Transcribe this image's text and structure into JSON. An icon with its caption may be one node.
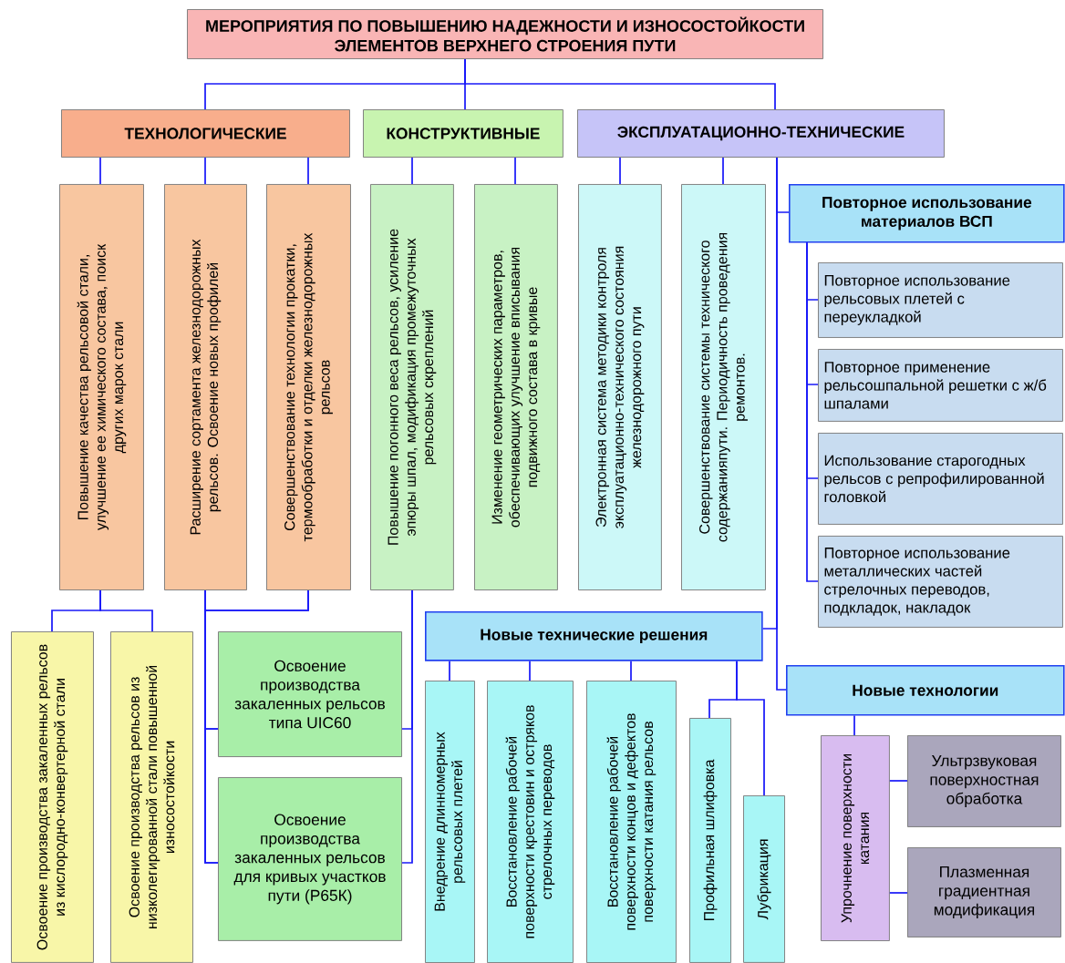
{
  "diagram": {
    "nodes": [
      {
        "text": [
          "МЕРОПРИЯТИЯ ПО ПОВЫШЕНИЮ НАДЕЖНОСТИ И ИЗНОСОСТОЙКОСТИ ЭЛЕМЕНТОВ ВЕРХНЕГО СТРОЕНИЯ ПУТИ"
        ]
      },
      {
        "text": [
          "ТЕХНОЛОГИЧЕСКИЕ"
        ]
      },
      {
        "text": [
          "КОНСТРУКТИВНЫЕ"
        ]
      },
      {
        "text": [
          "ЭКСПЛУАТАЦИОННО-ТЕХНИЧЕСКИЕ"
        ]
      },
      {
        "text": [
          "Повышение качества рельсовой стали, улучшение ее химического состава, поиск других марок стали"
        ]
      },
      {
        "text": [
          "Расширение сортамента железнодорожных рельсов. Освоение новых профилей"
        ]
      },
      {
        "text": [
          "Совершенствование технологии прокатки, термообработки и отделки железнодорожных рельсов"
        ]
      },
      {
        "text": [
          "Повышение погонного веса рельсов, усиление эпюры шпал, модификация промежуточных рельсовых скреплений"
        ]
      },
      {
        "text": [
          "Изменение  геометрических параметров, обеспечивающих улучшение вписывания подвижного состава в кривые"
        ]
      },
      {
        "text": [
          "Электронная система методики контроля эксплуатационно-технического состояния железнодорожного пути"
        ]
      },
      {
        "text": [
          "Совершенствование системы технического содержанияпути. Периодичность проведения ремонтов."
        ]
      },
      {
        "text": [
          "Повторное использование материалов ВСП"
        ]
      },
      {
        "text": [
          "Повторное использование рельсовых плетей с переукладкой"
        ]
      },
      {
        "text": [
          "Повторное применение рельсошпальной решетки с ж/б шпалами"
        ]
      },
      {
        "text": [
          "Использование старогодных рельсов с репрофилированной головкой"
        ]
      },
      {
        "text": [
          "Повторное использование металлических частей стрелочных переводов, подкладок, накладок"
        ]
      },
      {
        "text": [
          "Освоение производства закаленных рельсов из кислородно-конвертерной стали"
        ]
      },
      {
        "text": [
          "Освоение производства рельсов из низколегированной стали повышенной износостойкости"
        ]
      },
      {
        "text": [
          "Освоение производства закаленных рельсов типа UIC60"
        ]
      },
      {
        "text": [
          "Освоение производства закаленных рельсов для кривых участков пути (Р65К)"
        ]
      },
      {
        "text": [
          "Новые технические решения"
        ]
      },
      {
        "text": [
          "Внедрение длинномерных рельсовых плетей"
        ]
      },
      {
        "text": [
          "Восстановление рабочей поверхности крестовин и остряков стрелочных переводов"
        ]
      },
      {
        "text": [
          "Восстановление рабочей поверхности концов и дефектов поверхности катания рельсов"
        ]
      },
      {
        "text": [
          "Профильная шлифовка"
        ]
      },
      {
        "text": [
          "Лубрикация"
        ]
      },
      {
        "text": [
          "Новые технологии"
        ]
      },
      {
        "text": [
          "Упрочнение поверхности катания"
        ]
      },
      {
        "text": [
          "Ультрзвуковая поверхностная обработка"
        ]
      },
      {
        "text": [
          "Плазменная градиентная модификация"
        ]
      }
    ],
    "edges": [
      {
        "from": 0,
        "to": 1,
        "arrow": "none"
      },
      {
        "from": 0,
        "to": 2,
        "arrow": "none"
      },
      {
        "from": 0,
        "to": 3,
        "arrow": "none"
      },
      {
        "from": 1,
        "to": 4,
        "arrow": "none"
      },
      {
        "from": 1,
        "to": 5,
        "arrow": "none"
      },
      {
        "from": 1,
        "to": 6,
        "arrow": "none"
      },
      {
        "from": 2,
        "to": 7,
        "arrow": "none"
      },
      {
        "from": 2,
        "to": 8,
        "arrow": "none"
      },
      {
        "from": 3,
        "to": 9,
        "arrow": "none"
      },
      {
        "from": 3,
        "to": 10,
        "arrow": "none"
      },
      {
        "from": 3,
        "to": 11,
        "arrow": "none"
      },
      {
        "from": 3,
        "to": 20,
        "arrow": "none"
      },
      {
        "from": 3,
        "to": 26,
        "arrow": "none"
      },
      {
        "from": 11,
        "to": 12,
        "arrow": "none"
      },
      {
        "from": 11,
        "to": 13,
        "arrow": "none"
      },
      {
        "from": 11,
        "to": 14,
        "arrow": "none"
      },
      {
        "from": 11,
        "to": 15,
        "arrow": "none"
      },
      {
        "from": 4,
        "to": 16,
        "arrow": "none"
      },
      {
        "from": 4,
        "to": 17,
        "arrow": "none"
      },
      {
        "from": 5,
        "to": 18,
        "arrow": "none"
      },
      {
        "from": 5,
        "to": 19,
        "arrow": "none"
      },
      {
        "from": 6,
        "to": 18,
        "arrow": "none"
      },
      {
        "from": 6,
        "to": 19,
        "arrow": "none"
      },
      {
        "from": 7,
        "to": 18,
        "arrow": "none"
      },
      {
        "from": 7,
        "to": 19,
        "arrow": "none"
      },
      {
        "from": 20,
        "to": 21,
        "arrow": "none"
      },
      {
        "from": 20,
        "to": 22,
        "arrow": "none"
      },
      {
        "from": 20,
        "to": 23,
        "arrow": "none"
      },
      {
        "from": 20,
        "to": 24,
        "arrow": "none"
      },
      {
        "from": 20,
        "to": 25,
        "arrow": "none"
      },
      {
        "from": 26,
        "to": 27,
        "arrow": "none"
      },
      {
        "from": 27,
        "to": 28,
        "arrow": "none"
      },
      {
        "from": 27,
        "to": 29,
        "arrow": "none"
      }
    ]
  }
}
